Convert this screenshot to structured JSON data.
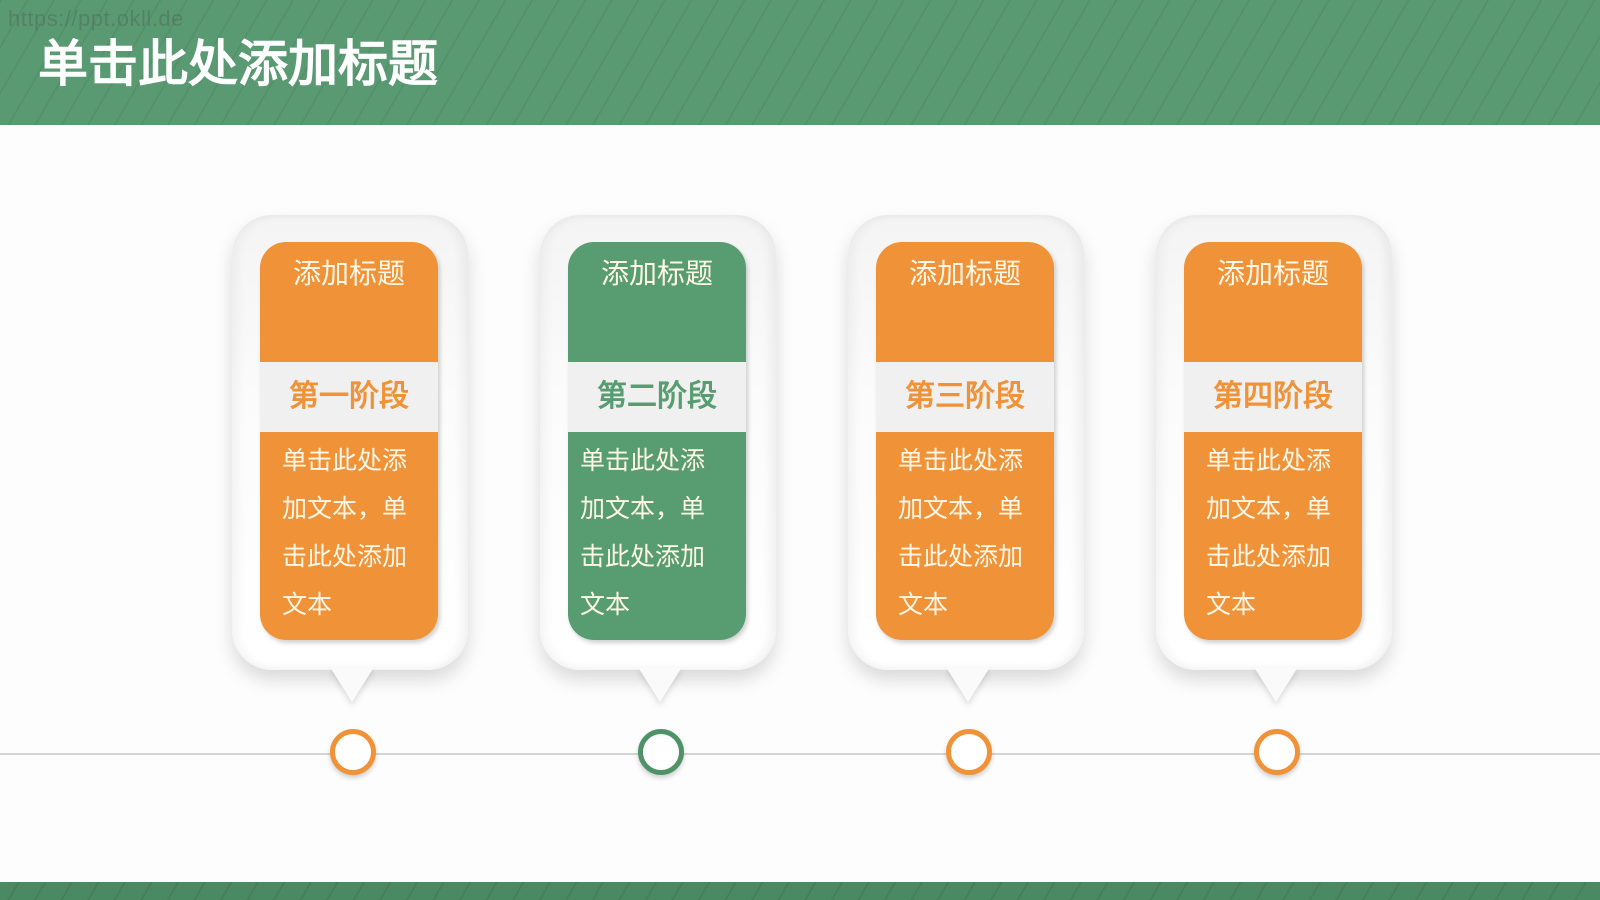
{
  "header": {
    "watermark": "https://ppt.okll.de",
    "title": "单击此处添加标题"
  },
  "colors": {
    "header_green": "#5a9a72",
    "card_green": "#589d71",
    "card_orange": "#ef9238",
    "stage_bar": "#f0f0f0",
    "timeline_line": "#d4d4d4"
  },
  "stages": [
    {
      "title": "添加标题",
      "stage_label": "第一阶段",
      "body": "单击此处添加文本，单击此处添加文本",
      "color": "#ef9238"
    },
    {
      "title": "添加标题",
      "stage_label": "第二阶段",
      "body": "单击此处添加文本，单击此处添加文本",
      "color": "#589d71"
    },
    {
      "title": "添加标题",
      "stage_label": "第三阶段",
      "body": "单击此处添加文本，单击此处添加文本",
      "color": "#ef9238"
    },
    {
      "title": "添加标题",
      "stage_label": "第四阶段",
      "body": "单击此处添加文本，单击此处添加文本",
      "color": "#ef9238"
    }
  ]
}
